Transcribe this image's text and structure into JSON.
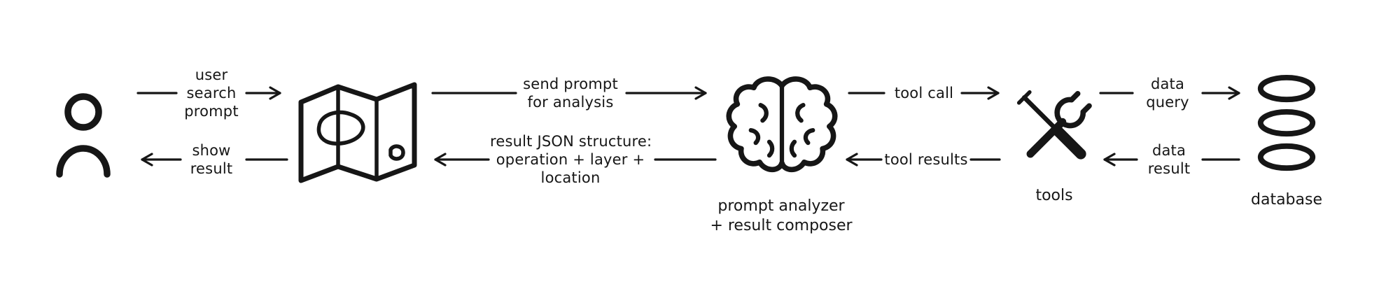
{
  "colors": {
    "ink": "#161616",
    "background": "#ffffff"
  },
  "nodes": {
    "user": {
      "icon": "person-icon"
    },
    "map": {
      "icon": "map-icon"
    },
    "analyzer": {
      "icon": "brain-icon",
      "caption": [
        "prompt analyzer",
        "+ result composer"
      ]
    },
    "tools": {
      "icon": "tools-icon",
      "caption": [
        "tools"
      ]
    },
    "database": {
      "icon": "database-icon",
      "caption": [
        "database"
      ]
    }
  },
  "edges": {
    "user_to_map": {
      "direction": "right",
      "lines": [
        "user",
        "search",
        "prompt"
      ]
    },
    "map_to_user": {
      "direction": "left",
      "lines": [
        "show",
        "result"
      ]
    },
    "map_to_analyzer": {
      "direction": "right",
      "lines": [
        "send prompt",
        "for analysis"
      ]
    },
    "analyzer_to_map": {
      "direction": "left",
      "lines": [
        "result JSON structure:",
        "operation + layer +",
        "location"
      ]
    },
    "analyzer_to_tools": {
      "direction": "right",
      "lines": [
        "tool call"
      ]
    },
    "tools_to_analyzer": {
      "direction": "left",
      "lines": [
        "tool results"
      ]
    },
    "tools_to_database": {
      "direction": "right",
      "lines": [
        "data",
        "query"
      ]
    },
    "database_to_tools": {
      "direction": "left",
      "lines": [
        "data",
        "result"
      ]
    }
  }
}
